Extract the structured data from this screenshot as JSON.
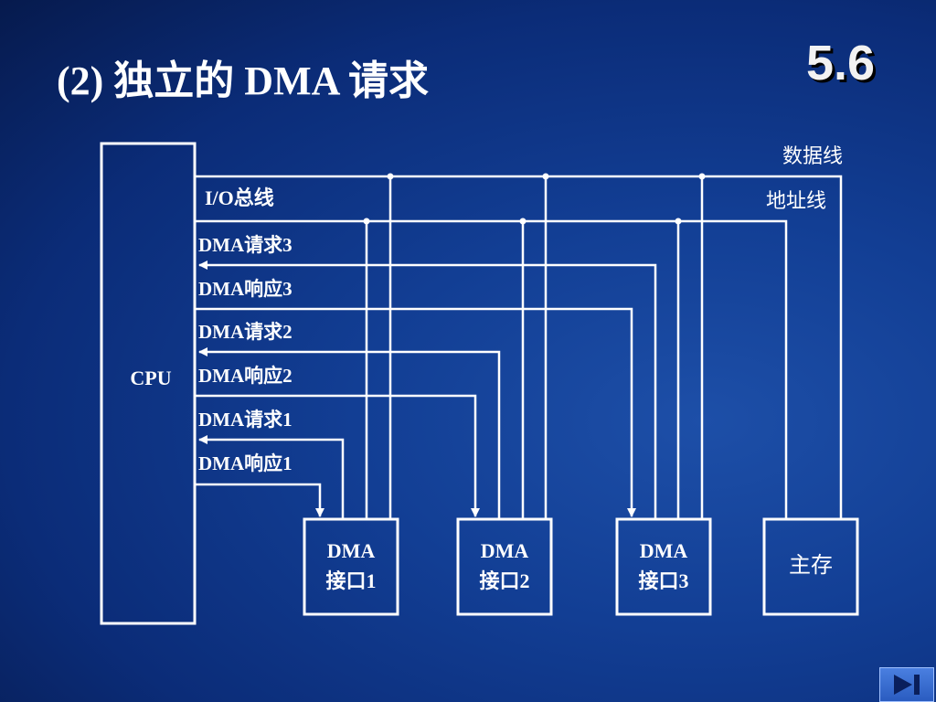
{
  "slide": {
    "title": "(2) 独立的 DMA 请求",
    "section_number": "5.6"
  },
  "diagram": {
    "cpu_label": "CPU",
    "io_bus_label": "I/O总线",
    "data_line_label": "数据线",
    "address_line_label": "地址线",
    "signals": [
      "DMA请求3",
      "DMA响应3",
      "DMA请求2",
      "DMA响应2",
      "DMA请求1",
      "DMA响应1"
    ],
    "interfaces": [
      {
        "line1": "DMA",
        "line2": "接口1"
      },
      {
        "line1": "DMA",
        "line2": "接口2"
      },
      {
        "line1": "DMA",
        "line2": "接口3"
      }
    ],
    "memory_label": "主存"
  },
  "nav": {
    "next_icon": "play-next-icon"
  },
  "colors": {
    "background": "#123e94",
    "lines": "#ffffff",
    "text": "#ffffff"
  }
}
